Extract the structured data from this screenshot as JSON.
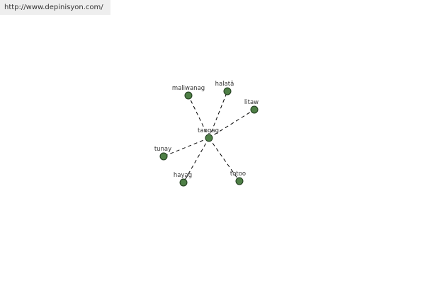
{
  "header": {
    "url": "http://www.depinisyon.com/"
  },
  "graph": {
    "center": {
      "label": "tangag"
    },
    "nodes": [
      {
        "id": "maliwanag",
        "label": "maliwanag"
      },
      {
        "id": "halata",
        "label": "halatâ"
      },
      {
        "id": "litaw",
        "label": "litaw"
      },
      {
        "id": "tunay",
        "label": "tunay"
      },
      {
        "id": "hayag",
        "label": "hayag"
      },
      {
        "id": "totoo",
        "label": "totoo"
      }
    ],
    "colors": {
      "node_fill": "#4e7f46",
      "node_stroke": "#1f3a1c",
      "edge": "#000000"
    }
  }
}
